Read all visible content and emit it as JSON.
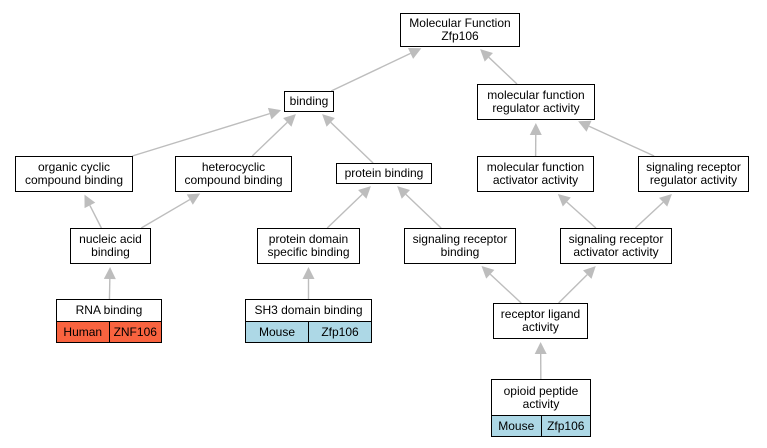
{
  "colors": {
    "edge": "#bdbdbd",
    "human_tag": "#f9633f",
    "mouse_tag": "#add8e6"
  },
  "nodes": {
    "root": {
      "lines": [
        "Molecular Function",
        "Zfp106"
      ]
    },
    "binding": {
      "lines": [
        "binding"
      ]
    },
    "mfra": {
      "lines": [
        "molecular function",
        "regulator activity"
      ]
    },
    "ocb": {
      "lines": [
        "organic cyclic",
        "compound binding"
      ]
    },
    "hcb": {
      "lines": [
        "heterocyclic",
        "compound binding"
      ]
    },
    "pb": {
      "lines": [
        "protein binding"
      ]
    },
    "mfaa": {
      "lines": [
        "molecular function",
        "activator activity"
      ]
    },
    "srra": {
      "lines": [
        "signaling receptor",
        "regulator activity"
      ]
    },
    "nab": {
      "lines": [
        "nucleic acid",
        "binding"
      ]
    },
    "pdsb": {
      "lines": [
        "protein domain",
        "specific binding"
      ]
    },
    "srb": {
      "lines": [
        "signaling receptor",
        "binding"
      ]
    },
    "sraa": {
      "lines": [
        "signaling receptor",
        "activator activity"
      ]
    },
    "rnab": {
      "lines": [
        "RNA binding"
      ],
      "tags": [
        {
          "species": "Human",
          "gene": "ZNF106"
        }
      ]
    },
    "sh3": {
      "lines": [
        "SH3 domain binding"
      ],
      "tags": [
        {
          "species": "Mouse",
          "gene": "Zfp106"
        }
      ]
    },
    "rla": {
      "lines": [
        "receptor ligand",
        "activity"
      ]
    },
    "opa": {
      "lines": [
        "opioid peptide",
        "activity"
      ],
      "tags": [
        {
          "species": "Mouse",
          "gene": "Zfp106"
        }
      ]
    }
  },
  "edges": [
    [
      "binding",
      "root"
    ],
    [
      "mfra",
      "root"
    ],
    [
      "ocb",
      "binding"
    ],
    [
      "hcb",
      "binding"
    ],
    [
      "pb",
      "binding"
    ],
    [
      "mfaa",
      "mfra"
    ],
    [
      "srra",
      "mfra"
    ],
    [
      "nab",
      "ocb"
    ],
    [
      "nab",
      "hcb"
    ],
    [
      "pdsb",
      "pb"
    ],
    [
      "srb",
      "pb"
    ],
    [
      "sraa",
      "mfaa"
    ],
    [
      "sraa",
      "srra"
    ],
    [
      "rnab",
      "nab"
    ],
    [
      "sh3",
      "pdsb"
    ],
    [
      "rla",
      "srb"
    ],
    [
      "rla",
      "sraa"
    ],
    [
      "opa",
      "rla"
    ]
  ]
}
